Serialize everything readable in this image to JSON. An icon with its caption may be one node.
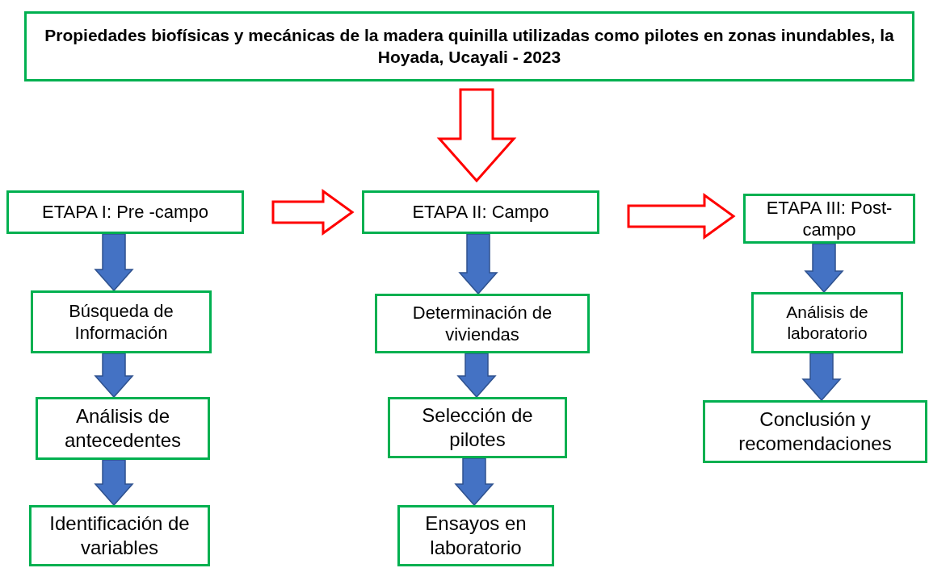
{
  "diagram": {
    "nodes": [
      {
        "text": [
          "Propiedades biofísicas y mecánicas de la madera quinilla utilizadas como pilotes en zonas inundables, la Hoyada, Ucayali - 2023"
        ]
      },
      {
        "text": [
          "ETAPA I: Pre -campo"
        ]
      },
      {
        "text": [
          "ETAPA II: Campo"
        ]
      },
      {
        "text": [
          "ETAPA III: Post- campo"
        ]
      },
      {
        "text": [
          "Búsqueda de Información"
        ]
      },
      {
        "text": [
          "Análisis de antecedentes"
        ]
      },
      {
        "text": [
          "Identificación de variables"
        ]
      },
      {
        "text": [
          "Determinación de viviendas"
        ]
      },
      {
        "text": [
          "Selección de pilotes"
        ]
      },
      {
        "text": [
          "Ensayos en laboratorio"
        ]
      },
      {
        "text": [
          "Análisis de laboratorio"
        ]
      },
      {
        "text": [
          "Conclusión y recomendaciones"
        ]
      }
    ],
    "edges": [
      {
        "from": 0,
        "to": 2,
        "arrow": "to",
        "color": "#ff0000"
      },
      {
        "from": 1,
        "to": 2,
        "arrow": "to",
        "color": "#ff0000"
      },
      {
        "from": 2,
        "to": 3,
        "arrow": "to",
        "color": "#ff0000"
      },
      {
        "from": 1,
        "to": 4,
        "arrow": "to"
      },
      {
        "from": 4,
        "to": 5,
        "arrow": "to"
      },
      {
        "from": 5,
        "to": 6,
        "arrow": "to"
      },
      {
        "from": 2,
        "to": 7,
        "arrow": "to"
      },
      {
        "from": 7,
        "to": 8,
        "arrow": "to"
      },
      {
        "from": 8,
        "to": 9,
        "arrow": "to"
      },
      {
        "from": 3,
        "to": 10,
        "arrow": "to"
      },
      {
        "from": 10,
        "to": 11,
        "arrow": "to"
      }
    ]
  }
}
